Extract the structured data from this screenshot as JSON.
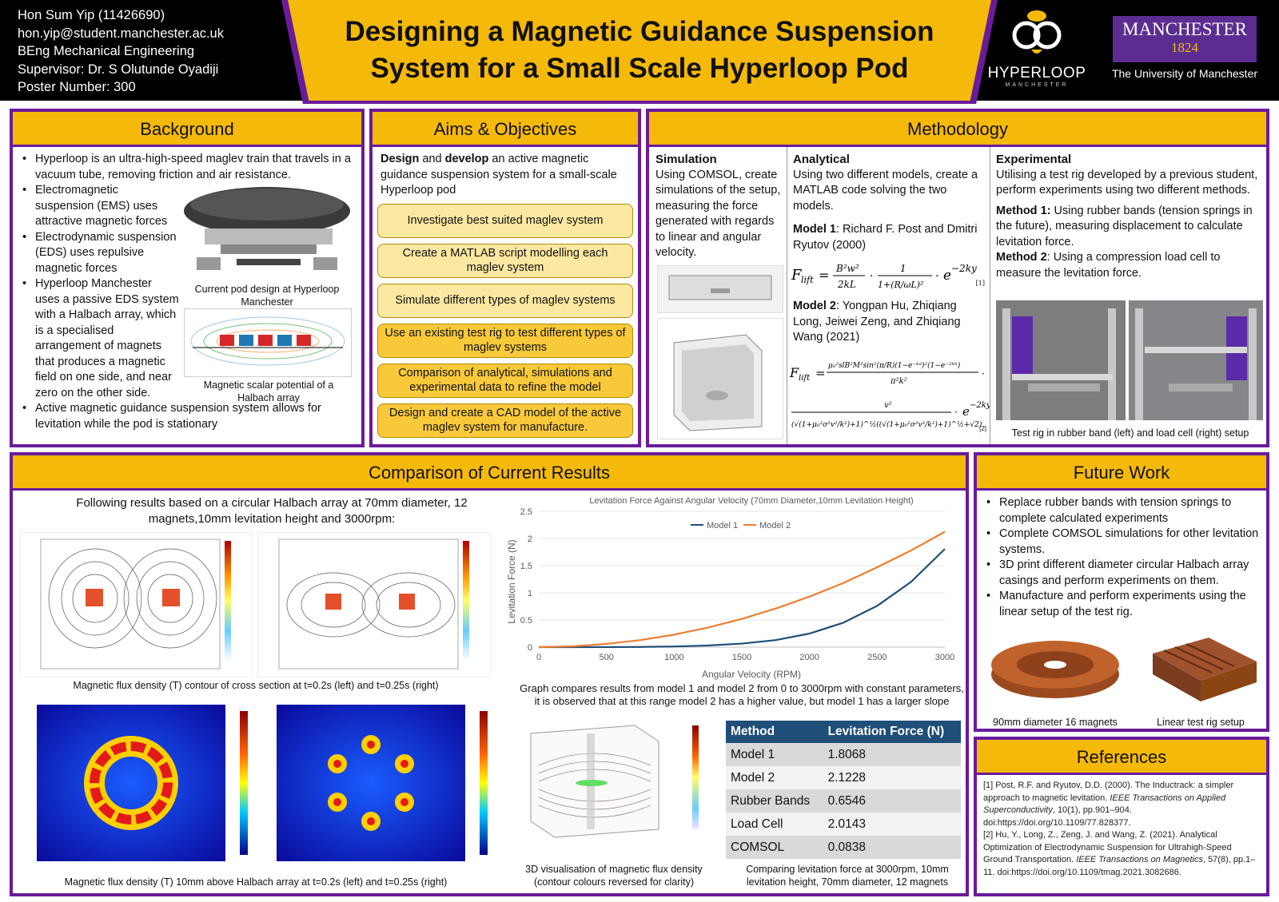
{
  "header": {
    "author_lines": [
      "Hon Sum Yip (11426690)",
      "hon.yip@student.manchester.ac.uk",
      "BEng Mechanical Engineering",
      "Supervisor: Dr. S Olutunde Oyadiji",
      "Poster Number: 300"
    ],
    "title_line1": "Designing a Magnetic Guidance Suspension",
    "title_line2": "System for a Small Scale Hyperloop Pod",
    "hyperloop_logo_text": "HYPERLOOP",
    "hyperloop_logo_sub": "MANCHESTER",
    "manchester_logo_line1": "MANCHESTER",
    "manchester_logo_year": "1824",
    "manchester_logo_uni": "The University of Manchester"
  },
  "background": {
    "heading": "Background",
    "bullet1": "Hyperloop is an ultra-high-speed maglev train that travels in a vacuum tube, removing friction and air resistance.",
    "bullet2": "Electromagnetic suspension (EMS) uses attractive magnetic forces",
    "bullet3": "Electrodynamic suspension (EDS) uses repulsive magnetic forces",
    "bullet4": "Hyperloop Manchester uses a passive EDS system with a Halbach array, which is a specialised arrangement of magnets that produces a magnetic field on one side, and near zero on the other side.",
    "bullet5": "Active magnetic guidance suspension system allows for levitation while the pod is stationary",
    "caption_pod": "Current pod design at Hyperloop Manchester",
    "caption_halbach": "Magnetic scalar potential of a Halbach array"
  },
  "aims": {
    "heading": "Aims & Objectives",
    "intro_bold1": "Design",
    "intro_mid": " and ",
    "intro_bold2": "develop",
    "intro_rest": " an active magnetic guidance suspension system for a small-scale Hyperloop pod",
    "items": [
      "Investigate best suited maglev system",
      "Create a MATLAB script modelling each maglev system",
      "Simulate different types of maglev systems",
      "Use an existing test rig to test different types of maglev systems",
      "Comparison of analytical, simulations and experimental data to refine the model",
      "Design and create a CAD model of the active maglev system for manufacture."
    ]
  },
  "methodology": {
    "heading": "Methodology",
    "sim_head": "Simulation",
    "sim_text": "Using COMSOL, create simulations of the setup, measuring the force generated with regards to linear and angular velocity.",
    "ana_head": "Analytical",
    "ana_text": "Using two different models, create a MATLAB code solving the two models.",
    "model1_label": "Model 1",
    "model1_text": ": Richard F. Post and Dmitri Ryutov (2000)",
    "model2_label": "Model 2",
    "model2_text": ": Yongpan Hu, Zhiqiang Long, Jeiwei Zeng, and Zhiqiang Wang (2021)",
    "eq1_ref": "[1]",
    "eq2_ref": "[2]",
    "exp_head": "Experimental",
    "exp_text": "Utilising a test rig developed by a previous student, perform experiments using two different methods.",
    "method1_label": "Method 1:",
    "method1_text": " Using rubber bands (tension springs in the future), measuring displacement to calculate levitation force.",
    "method2_label": "Method 2",
    "method2_text": ": Using a compression load cell to measure the levitation force.",
    "caption_rig": "Test rig in rubber band (left) and load cell (right) setup"
  },
  "results": {
    "heading": "Comparison of Current Results",
    "intro": "Following results based on a circular Halbach array at 70mm diameter, 12 magnets,10mm levitation height and 3000rpm:",
    "caption_contour": "Magnetic flux density (T) contour of cross section at t=0.2s (left) and t=0.25s (right)",
    "caption_flux": "Magnetic flux density (T) 10mm above Halbach array at t=0.2s (left) and t=0.25s (right)",
    "caption_graph": "Graph compares results from model 1 and model 2 from 0 to 3000rpm with constant parameters, it is observed that at this range model 2 has a higher value, but model 1 has a larger slope",
    "caption_3d": "3D visualisation of magnetic flux density (contour colours reversed for clarity)",
    "caption_table": "Comparing levitation force at 3000rpm, 10mm levitation height, 70mm diameter, 12 magnets",
    "table_head_method": "Method",
    "table_head_force": "Levitation Force (N)",
    "table_rows": [
      {
        "method": "Model 1",
        "force": "1.8068"
      },
      {
        "method": "Model 2",
        "force": "2.1228"
      },
      {
        "method": "Rubber Bands",
        "force": "0.6546"
      },
      {
        "method": "Load Cell",
        "force": "2.0143"
      },
      {
        "method": "COMSOL",
        "force": "0.0838"
      }
    ],
    "table_colors": {
      "header": "#1f4e79"
    }
  },
  "chart_data": {
    "type": "line",
    "title": "Levitation Force Against Angular Velocity (70mm Diameter,10mm Levitation Height)",
    "xlabel": "Angular Velocity (RPM)",
    "ylabel": "Levitation Force (N)",
    "xlim": [
      0,
      3000
    ],
    "ylim": [
      0,
      2.5
    ],
    "x_ticks": [
      "0",
      "500",
      "1000",
      "1500",
      "2000",
      "2500",
      "3000"
    ],
    "y_ticks": [
      "0",
      "0.5",
      "1",
      "1.5",
      "2",
      "2.5"
    ],
    "grid": "horizontal",
    "legend": "top-center",
    "series": [
      {
        "name": "Model 1",
        "color": "#1f4e79",
        "x": [
          0,
          250,
          500,
          750,
          1000,
          1250,
          1500,
          1750,
          2000,
          2250,
          2500,
          2750,
          3000
        ],
        "values": [
          0,
          0.0001,
          0.001,
          0.004,
          0.012,
          0.03,
          0.065,
          0.13,
          0.25,
          0.45,
          0.76,
          1.2,
          1.8068
        ]
      },
      {
        "name": "Model 2",
        "color": "#ed7d31",
        "x": [
          0,
          250,
          500,
          750,
          1000,
          1250,
          1500,
          1750,
          2000,
          2250,
          2500,
          2750,
          3000
        ],
        "values": [
          0,
          0.015,
          0.06,
          0.13,
          0.23,
          0.36,
          0.52,
          0.71,
          0.93,
          1.18,
          1.47,
          1.78,
          2.1228
        ]
      }
    ]
  },
  "future": {
    "heading": "Future Work",
    "items": [
      "Replace rubber bands with tension springs to complete calculated experiments",
      "Complete COMSOL simulations for other levitation systems.",
      "3D print different diameter circular Halbach array casings and perform experiments on them.",
      "Manufacture and perform experiments using the linear setup of the test rig."
    ],
    "caption_casing": "90mm diameter 16 magnets",
    "caption_linear": "Linear test rig setup"
  },
  "references": {
    "heading": "References",
    "ref1_a": "[1] Post, R.F. and Ryutov, D.D. (2000). The Inductrack: a simpler approach to magnetic levitation. ",
    "ref1_journal": "IEEE Transactions on Applied Superconductivity",
    "ref1_b": ", 10(1), pp.901–904. doi:https://doi.org/10.1109/77.828377.",
    "ref2_a": "[2] Hu, Y., Long, Z., Zeng, J. and Wang, Z. (2021). Analytical Optimization of Electrodynamic Suspension for Ultrahigh-Speed Ground Transportation. ",
    "ref2_journal": "IEEE Transactions on Magnetics",
    "ref2_b": ", 57(8), pp.1–11. doi:https://doi.org/10.1109/tmag.2021.3082686."
  },
  "colors": {
    "accent": "#f5b90a",
    "border": "#6a1b9a",
    "header_bg": "#000000"
  }
}
